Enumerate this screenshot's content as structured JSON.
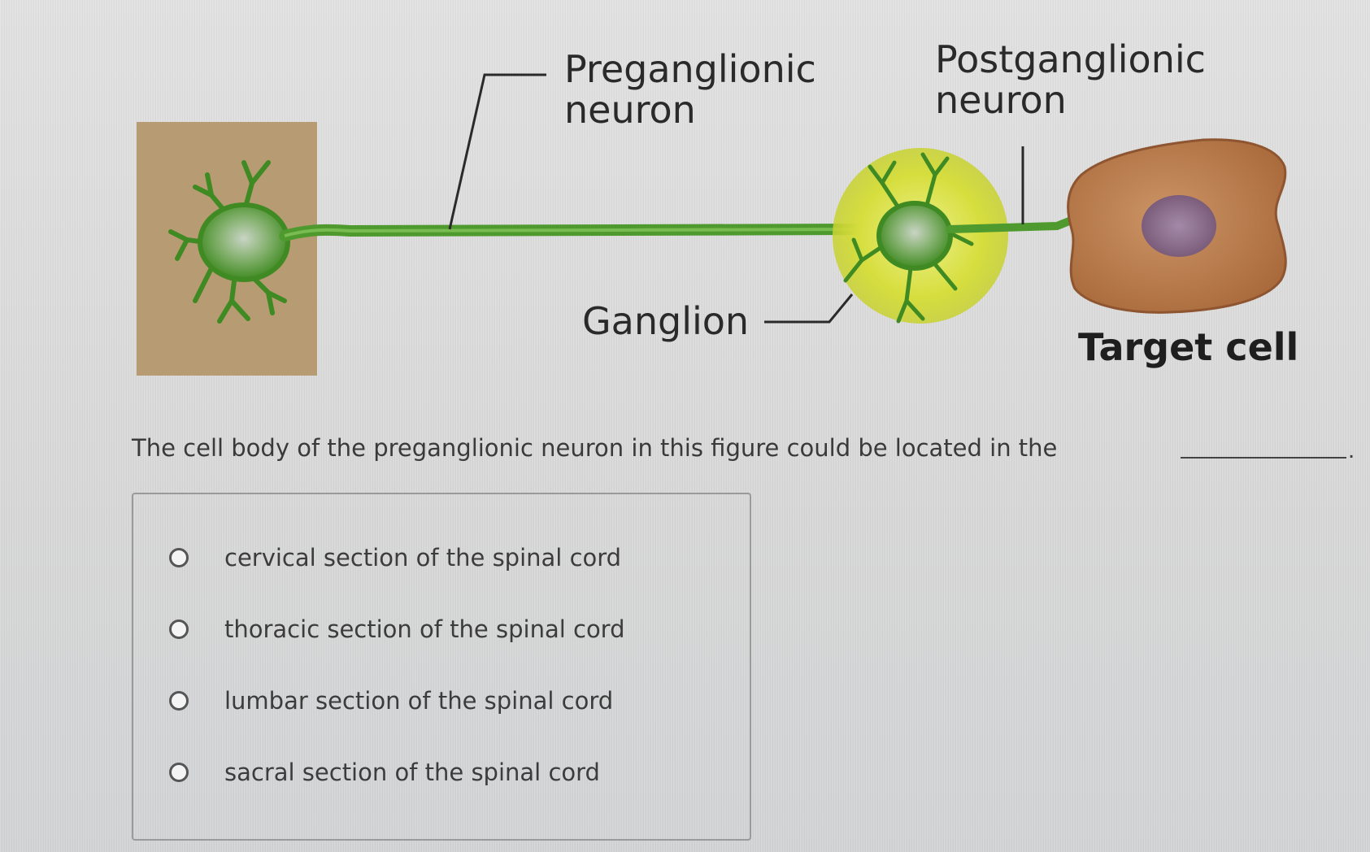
{
  "figure": {
    "labels": {
      "preganglionic": "Preganglionic\nneuron",
      "postganglionic": "Postganglionic\nneuron",
      "ganglion": "Ganglion",
      "target_cell": "Target cell"
    },
    "colors": {
      "spinal_box": "#b79b73",
      "neuron_green": "#4f9a2e",
      "ganglion_yellow": "#d9e24a",
      "target_cell": "#b97a48",
      "nucleus": "#8a6a8a"
    }
  },
  "question": {
    "text": "The cell body of the preganglionic neuron in this figure could be located in the",
    "blank_period": "."
  },
  "options": [
    {
      "label": "cervical section of the spinal cord"
    },
    {
      "label": "thoracic section of the spinal cord"
    },
    {
      "label": "lumbar section of the spinal cord"
    },
    {
      "label": "sacral section of the spinal cord"
    }
  ]
}
